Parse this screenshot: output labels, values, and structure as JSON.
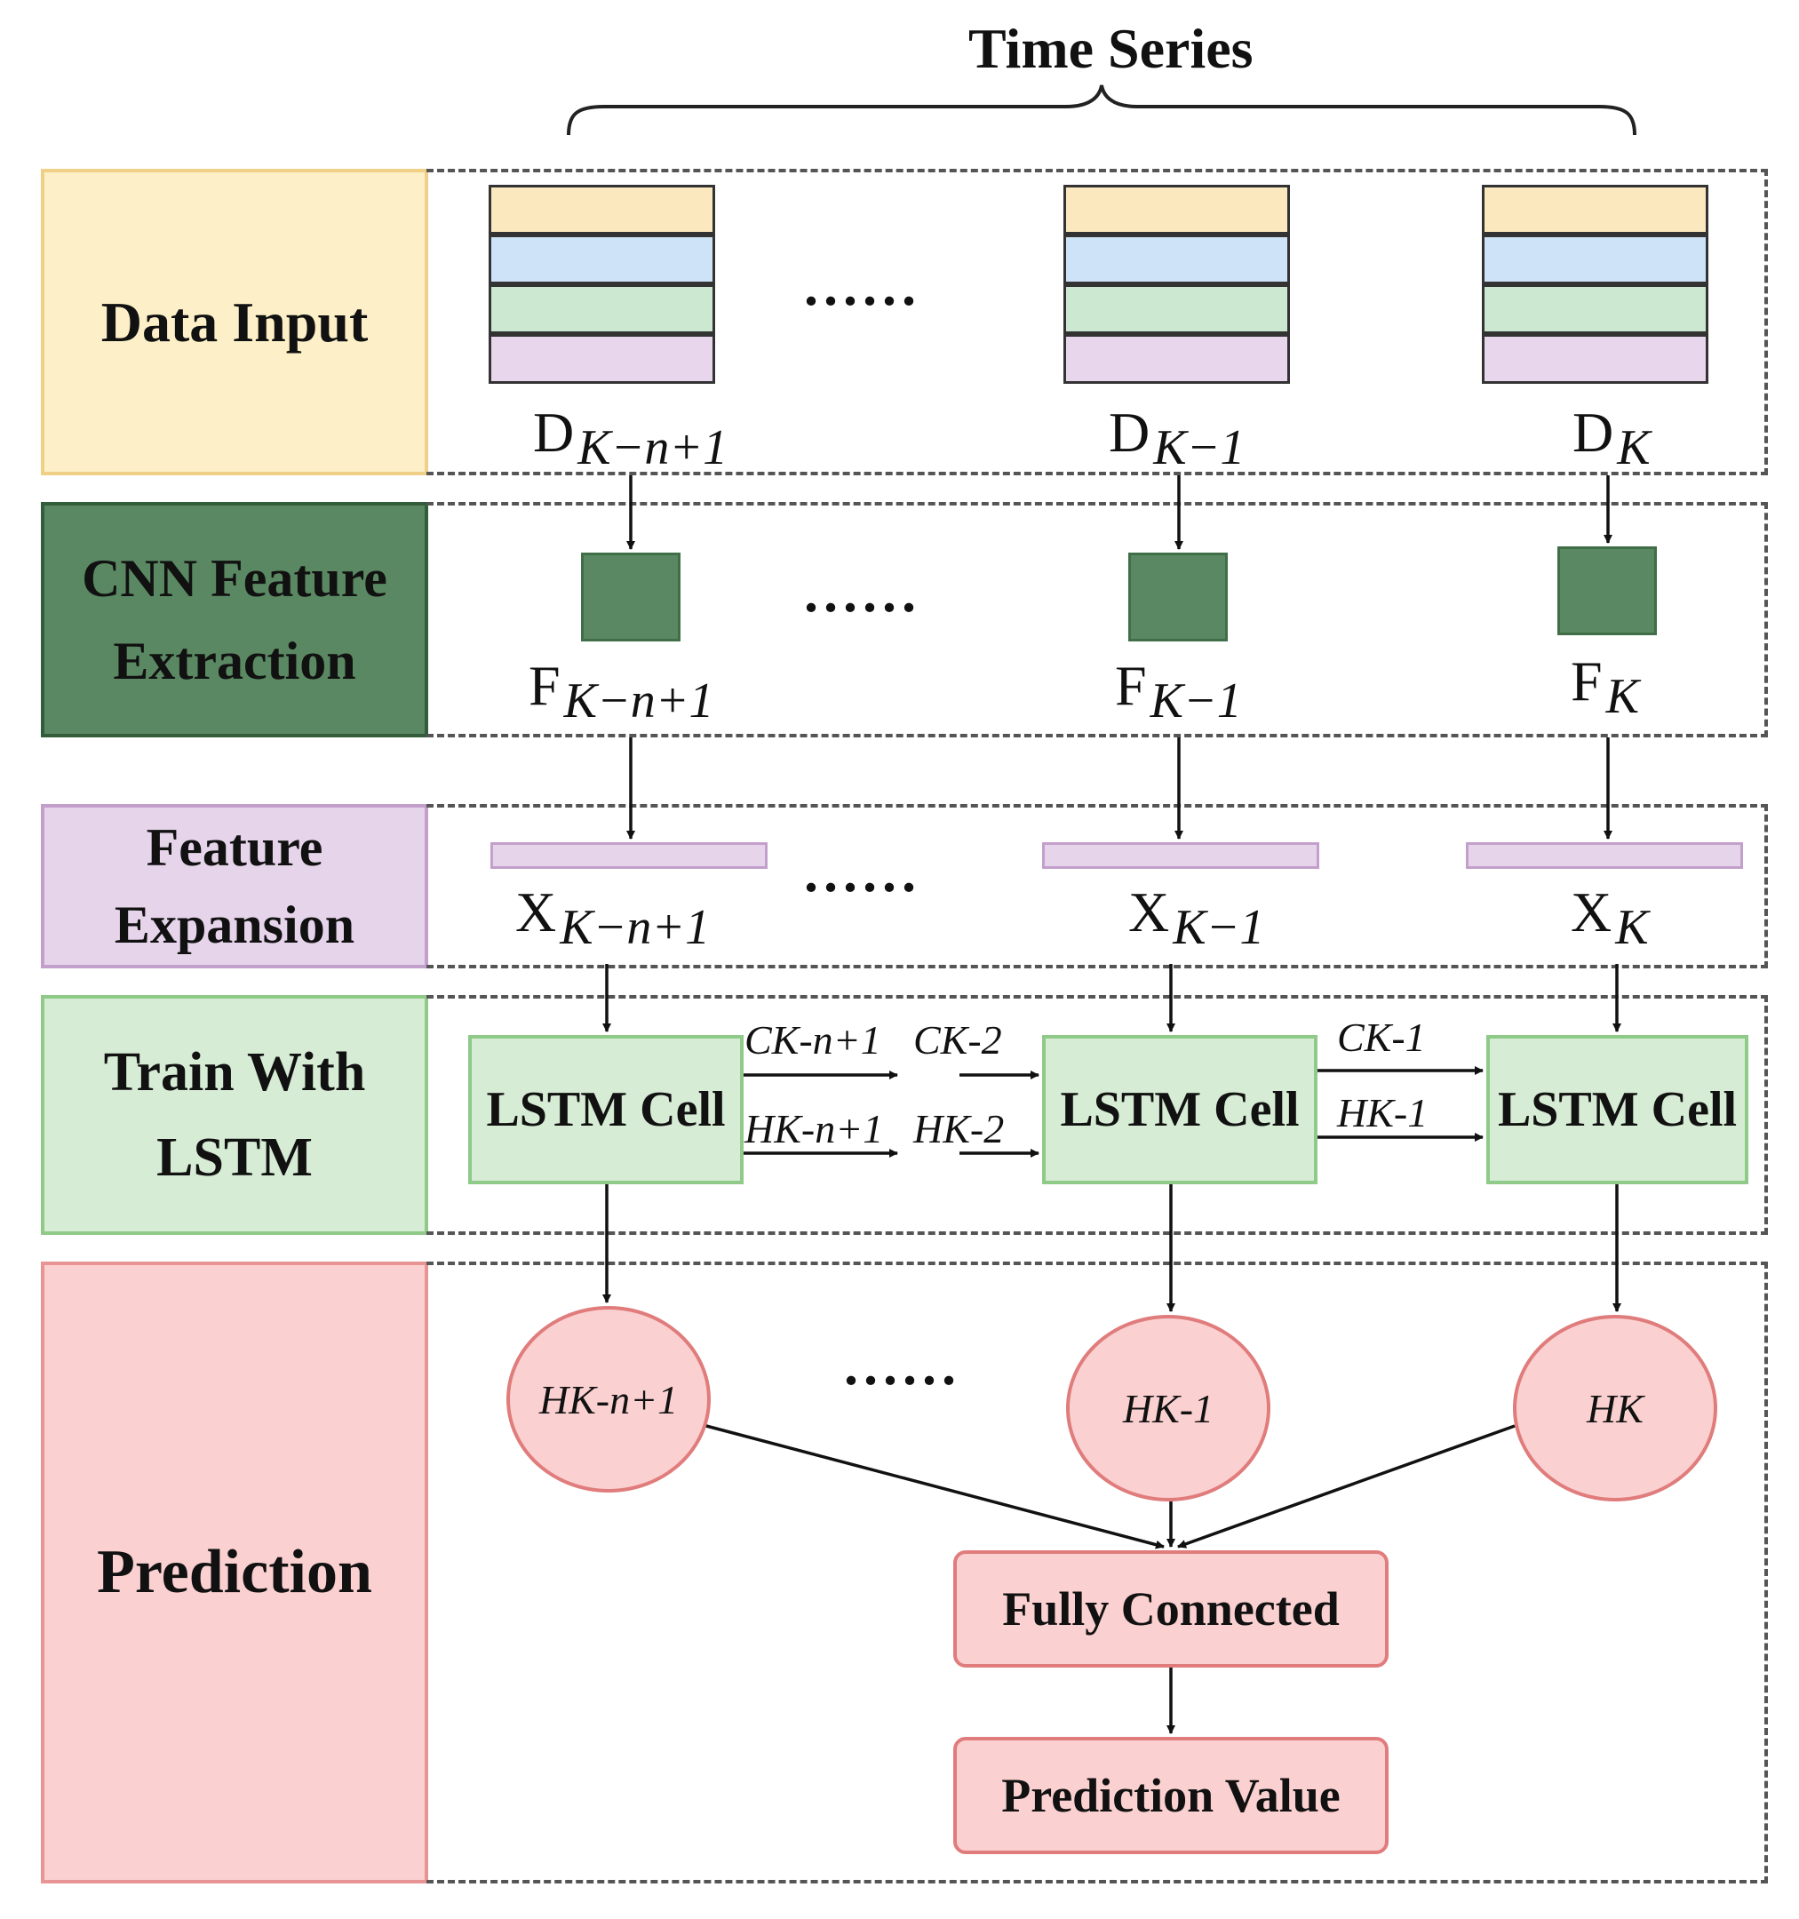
{
  "header": {
    "title": "Time Series"
  },
  "stages": {
    "data_input": "Data Input",
    "cnn": "CNN Feature\nExtraction",
    "expansion": "Feature\nExpansion",
    "lstm": "Train With\nLSTM",
    "prediction": "Prediction"
  },
  "inputs": {
    "d1": "D",
    "d1_sub": "K−n+1",
    "d2": "D",
    "d2_sub": "K−1",
    "d3": "D",
    "d3_sub": "K"
  },
  "features": {
    "f1": "F",
    "f1_sub": "K−n+1",
    "f2": "F",
    "f2_sub": "K−1",
    "f3": "F",
    "f3_sub": "K"
  },
  "expansions": {
    "x1": "X",
    "x1_sub": "K−n+1",
    "x2": "X",
    "x2_sub": "K−1",
    "x3": "X",
    "x3_sub": "K"
  },
  "ellipsis": "......",
  "lstm": {
    "cell_label": "LSTM Cell",
    "c1": "CK-n+1",
    "h1": "HK-n+1",
    "c2": "CK-2",
    "h2": "HK-2",
    "c3": "CK-1",
    "h3": "HK-1"
  },
  "hidden_states": {
    "h1": "HK-n+1",
    "h2": "HK-1",
    "h3": "HK"
  },
  "output": {
    "fully_connected": "Fully Connected",
    "prediction_value": "Prediction Value"
  },
  "colors": {
    "input": "#fdf0c8",
    "cnn": "#5a8862",
    "expansion": "#e6d4ea",
    "lstm": "#d6ecd5",
    "prediction": "#fbd0d0"
  }
}
